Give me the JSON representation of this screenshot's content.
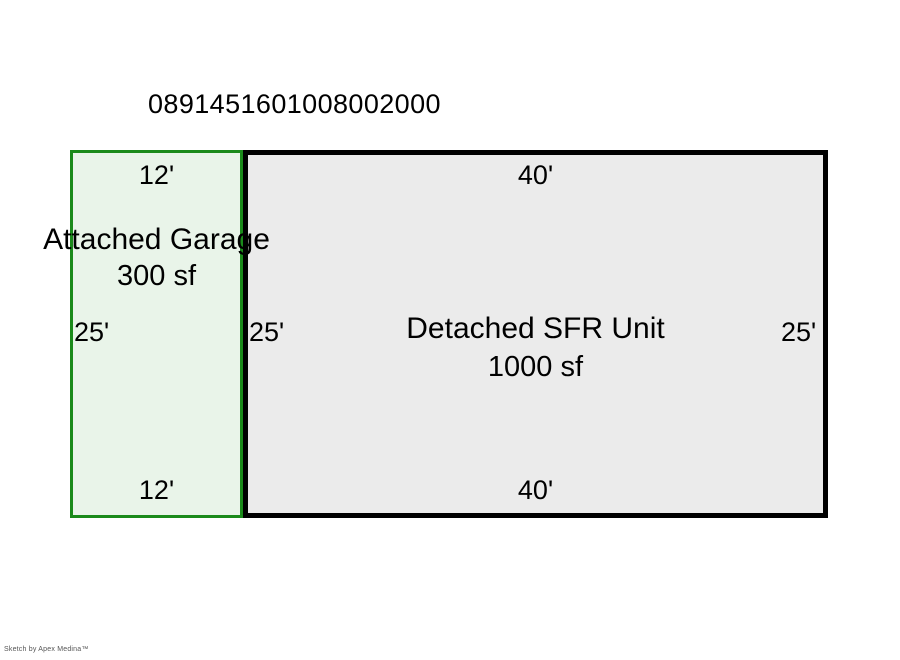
{
  "document": {
    "parcel_id": "0891451601008002000",
    "footer_note": "Sketch by Apex Medina™"
  },
  "colors": {
    "page_background": "#ffffff",
    "garage_border": "#1a8a1a",
    "garage_fill": "#e9f4e9",
    "unit_border": "#000000",
    "unit_fill": "#ebebeb",
    "text": "#000000",
    "footer_text": "#555555"
  },
  "sketch": {
    "garage": {
      "name": "Attached Garage",
      "area": "300 sf",
      "top_dimension": "12'",
      "bottom_dimension": "12'",
      "left_dimension": "25'"
    },
    "unit": {
      "name": "Detached SFR Unit",
      "area": "1000 sf",
      "top_dimension": "40'",
      "bottom_dimension": "40'",
      "left_dimension": "25'",
      "right_dimension": "25'"
    }
  }
}
